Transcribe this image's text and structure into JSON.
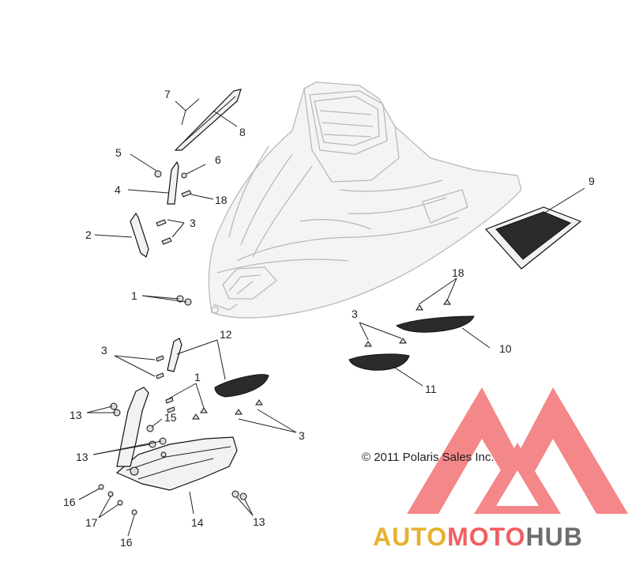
{
  "diagram": {
    "callouts": {
      "c1a": "1",
      "c1b": "1",
      "c2": "2",
      "c3a": "3",
      "c3b": "3",
      "c3c": "3",
      "c3d": "3",
      "c4": "4",
      "c5": "5",
      "c6": "6",
      "c7": "7",
      "c8": "8",
      "c9": "9",
      "c10": "10",
      "c11": "11",
      "c12": "12",
      "c13a": "13",
      "c13b": "13",
      "c13c": "13",
      "c14": "14",
      "c15": "15",
      "c16a": "16",
      "c16b": "16",
      "c17": "17",
      "c18a": "18",
      "c18b": "18"
    },
    "copyright": "© 2011 Polaris Sales Inc."
  },
  "watermark": {
    "part_auto": "AUTO",
    "part_moto": "MOTO",
    "part_hub": "HUB",
    "colors": {
      "auto": "#e7b030",
      "moto": "#ef5f62",
      "hub": "#6d6d6d",
      "triangle": "#ef5f62"
    }
  }
}
